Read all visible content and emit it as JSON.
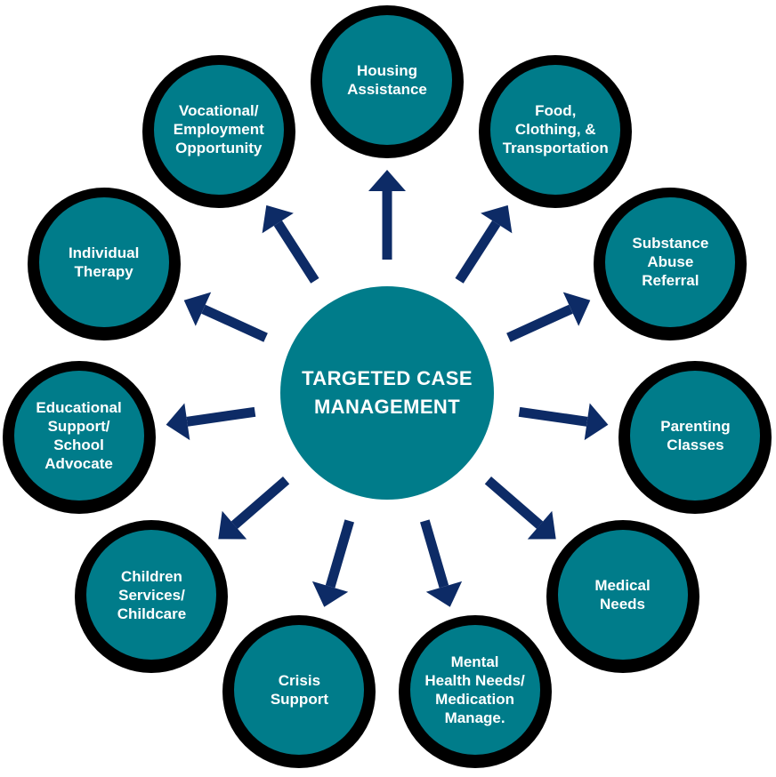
{
  "diagram": {
    "type": "hub-and-spoke",
    "center": {
      "id": "targeted-case-management",
      "lines": [
        "TARGETED CASE",
        "MANAGEMENT"
      ]
    },
    "nodes": [
      {
        "id": "housing-assistance",
        "lines": [
          "Housing",
          "Assistance"
        ],
        "angle_deg": -90
      },
      {
        "id": "food-clothing-transportation",
        "lines": [
          "Food,",
          "Clothing, &",
          "Transportation"
        ],
        "angle_deg": -57.27
      },
      {
        "id": "substance-abuse-referral",
        "lines": [
          "Substance",
          "Abuse",
          "Referral"
        ],
        "angle_deg": -24.55
      },
      {
        "id": "parenting-classes",
        "lines": [
          "Parenting",
          "Classes"
        ],
        "angle_deg": 8.18
      },
      {
        "id": "medical-needs",
        "lines": [
          "Medical",
          "Needs"
        ],
        "angle_deg": 40.91
      },
      {
        "id": "mental-health-medication",
        "lines": [
          "Mental",
          "Health Needs/",
          "Medication",
          "Manage."
        ],
        "angle_deg": 73.64
      },
      {
        "id": "crisis-support",
        "lines": [
          "Crisis",
          "Support"
        ],
        "angle_deg": 106.36
      },
      {
        "id": "children-services-childcare",
        "lines": [
          "Children",
          "Services/",
          "Childcare"
        ],
        "angle_deg": 139.09
      },
      {
        "id": "educational-support-school-advocate",
        "lines": [
          "Educational",
          "Support/",
          "School",
          "Advocate"
        ],
        "angle_deg": 171.82
      },
      {
        "id": "individual-therapy",
        "lines": [
          "Individual",
          "Therapy"
        ],
        "angle_deg": 204.55
      },
      {
        "id": "vocational-employment-opportunity",
        "lines": [
          "Vocational/",
          "Employment",
          "Opportunity"
        ],
        "angle_deg": 237.27
      }
    ]
  },
  "colors": {
    "node_fill": "#007C8A",
    "node_ring": "#000000",
    "arrow": "#0D2B66",
    "label_text": "#FFFFFF",
    "background": "#FFFFFF"
  }
}
